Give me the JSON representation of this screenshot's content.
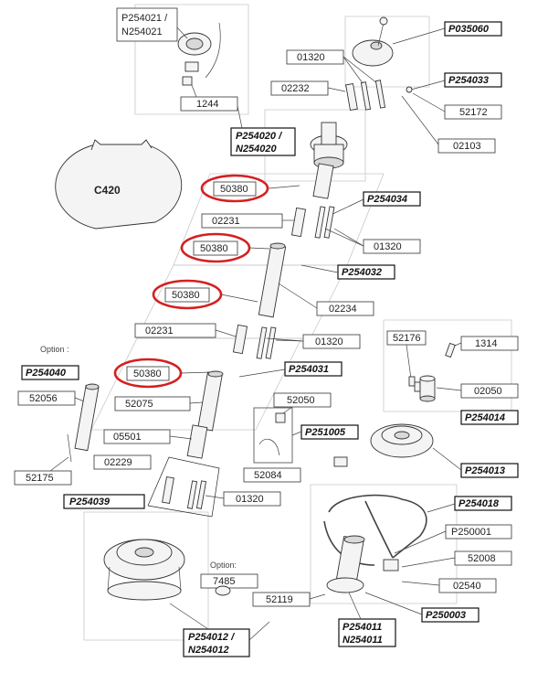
{
  "labels": {
    "p254021": "P254021 /",
    "n254021": "N254021",
    "l1244": "1244",
    "p035060": "P035060",
    "l01320_top": "01320",
    "l02232": "02232",
    "p254033": "P254033",
    "l52172": "52172",
    "p254020": "P254020 /",
    "n254020": "N254020",
    "l02103": "02103",
    "c420": "C420",
    "l50380_a": "50380",
    "p254034": "P254034",
    "l02231_a": "02231",
    "l01320_mid": "01320",
    "l50380_b": "50380",
    "p254032": "P254032",
    "l50380_c": "50380",
    "l02234": "02234",
    "l02231_b": "02231",
    "l01320_low": "01320",
    "l52176": "52176",
    "l1314": "1314",
    "option_top": "Option :",
    "p254040": "P254040",
    "l50380_d": "50380",
    "p254031": "P254031",
    "l52056": "52056",
    "l52075": "52075",
    "l52050": "52050",
    "l02050": "02050",
    "p254014": "P254014",
    "p251005": "P251005",
    "l05501": "05501",
    "l02229": "02229",
    "l52084": "52084",
    "p254013": "P254013",
    "l52175": "52175",
    "p254039": "P254039",
    "l01320_bot": "01320",
    "p254018": "P254018",
    "p250001": "P250001",
    "l52008": "52008",
    "option_bot": "Option:",
    "l7485": "7485",
    "l02540": "02540",
    "l52119": "52119",
    "p250003": "P250003",
    "p254011": "P254011",
    "n254011": "N254011",
    "p254012": "P254012 /",
    "n254012": "N254012"
  },
  "colors": {
    "highlight": "#d42020",
    "line": "#333333"
  }
}
